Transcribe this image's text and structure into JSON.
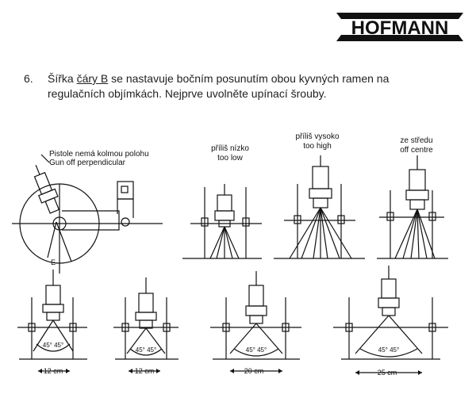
{
  "brand": {
    "name": "HOFMANN"
  },
  "instruction": {
    "number": "6.",
    "pre": "Šířka ",
    "underlined": "čáry B",
    "post": " se nastavuje bočním posunutím obou kyvných ramen na regulačních objímkách. Nejprve uvolněte upínací šrouby."
  },
  "figure_labels": {
    "gun_cz": "Pistole nemá kolmou polohu",
    "gun_en": "Gun off  perpendicular",
    "letter_e": "E",
    "low_cz": "příliš nízko",
    "low_en": "too low",
    "high_cz": "příliš vysoko",
    "high_en": "too high",
    "centre_cz": "ze středu",
    "centre_en": "off centre"
  },
  "angle_label": "45° 45°",
  "dimensions": [
    "12 cm",
    "12 cm",
    "20 cm",
    "25 cm"
  ]
}
